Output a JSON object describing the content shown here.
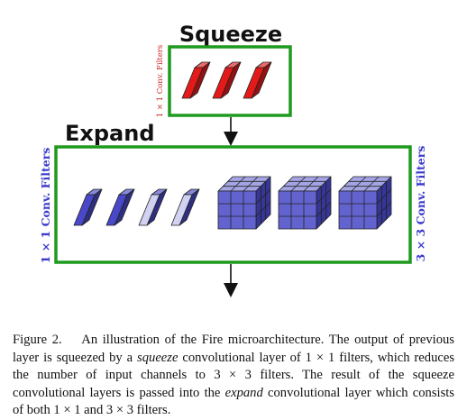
{
  "diagram": {
    "squeeze_title": "Squeeze",
    "expand_title": "Expand",
    "squeeze_side_label": "1 × 1 Conv. Filters",
    "expand_left_label": "1 × 1 Conv. Filters",
    "expand_right_label": "3 × 3 Conv. Filters",
    "colors": {
      "box_border": "#1e9a1e",
      "squeeze_filter": "#e41a1a",
      "expand_filter": "#4848c8",
      "side_label": "#3a3acc",
      "squeeze_side_label": "#cc1a1a"
    },
    "counts": {
      "squeeze_filters": 3,
      "expand_1x1_filters": 4,
      "expand_3x3_filters": 3
    }
  },
  "caption": {
    "label": "Figure 2.",
    "part1": "An illustration of the Fire microarchitecture. The output of previous layer is squeezed by a ",
    "em1": "squeeze",
    "part2": " convolutional layer of 1 × 1 filters, which reduces the number of input channels to 3 × 3 filters. The result of the squeeze convolutional layers is passed into the ",
    "em2": "expand",
    "part3": " convolutional layer which consists of both 1 × 1 and 3 × 3 filters."
  }
}
